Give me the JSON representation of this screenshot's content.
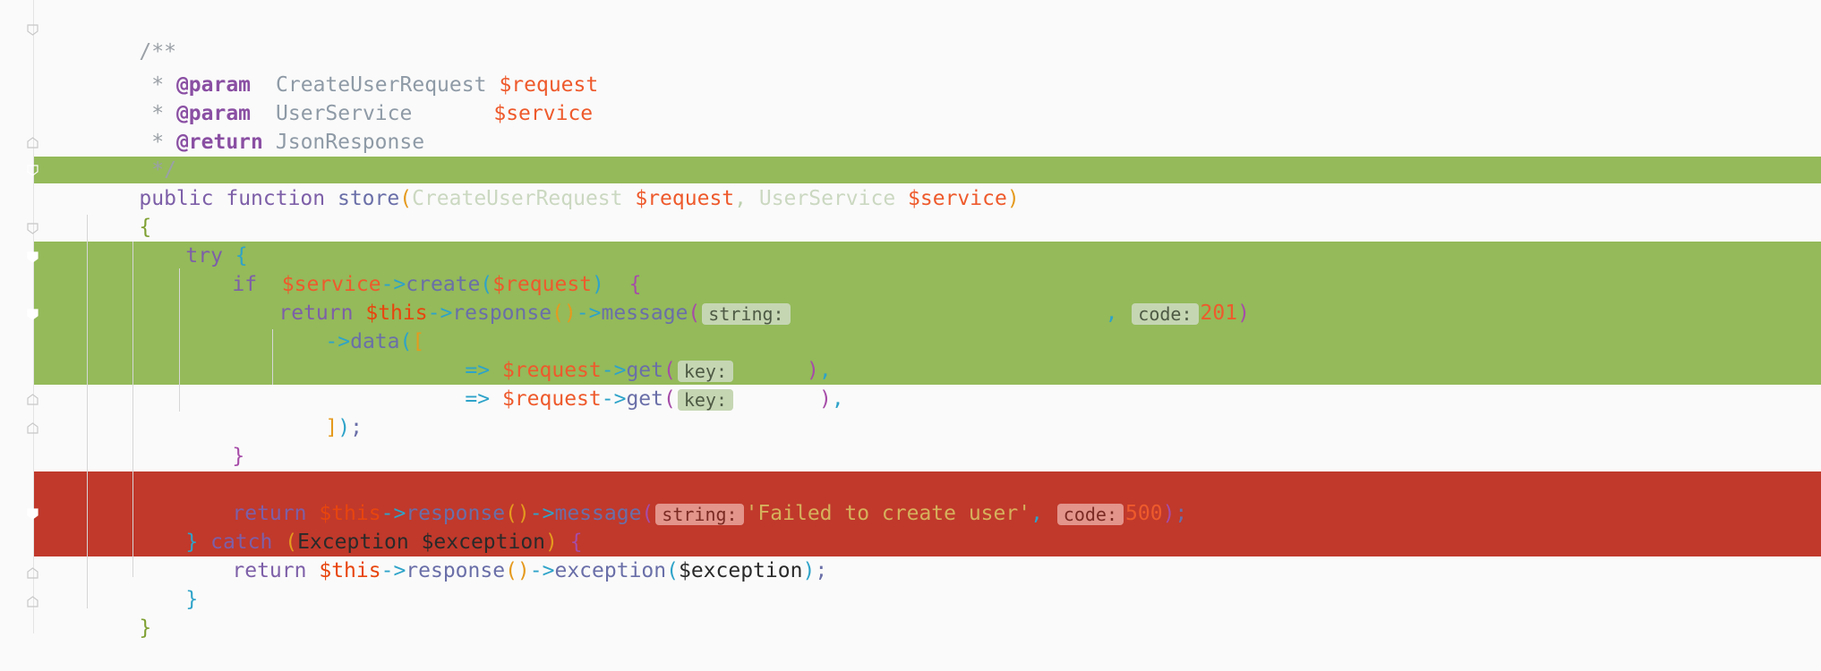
{
  "editor": {
    "language": "php",
    "colors": {
      "success_highlight": "#94ba5a",
      "failure_highlight": "#c0392b",
      "keyword": "#7d5fa8",
      "variable": "#ee5a2c",
      "operator": "#2ea3c9",
      "doc_tag": "#8a4fa3"
    },
    "icons": [
      "fold-marker-icon"
    ],
    "lines": {
      "l1": {
        "comment_open": "/**"
      },
      "l2": {
        "star": " * ",
        "tag": "@param",
        "type": "CreateUserRequest",
        "var": "$request"
      },
      "l3": {
        "star": " * ",
        "tag": "@param",
        "type": "UserService",
        "var": "$service"
      },
      "l4": {
        "star": " * ",
        "tag": "@return",
        "type": "JsonResponse"
      },
      "l5": {
        "comment_close": " */"
      },
      "l6": {
        "kw_public": "public",
        "kw_function": "function",
        "fn": "store",
        "paren_open": "(",
        "type1": "CreateUserRequest",
        "var1": "$request",
        "comma": ",",
        "type2": "UserService",
        "var2": "$service",
        "paren_close": ")"
      },
      "l7": {
        "brace": "{"
      },
      "l8": {
        "kw_try": "try",
        "brace": "{"
      },
      "l9": {
        "kw_if": "if",
        "var": "$service",
        "arrow": "->",
        "fn": "create",
        "paren_open": "(",
        "arg": "$request",
        "paren_close": ")",
        "brace": "{"
      },
      "l10": {
        "kw_return": "return",
        "this": "$this",
        "arrow1": "->",
        "fn1": "response",
        "parens": "()",
        "arrow2": "->",
        "fn2": "message",
        "paren_open": "(",
        "hint_string": "string:",
        "comma": ",",
        "hint_code": "code:",
        "code": "201",
        "paren_close": ")"
      },
      "l11": {
        "arrow": "->",
        "fn": "data",
        "paren_open": "(",
        "bracket_open": "["
      },
      "l12": {
        "fat_arrow": "=>",
        "var": "$request",
        "arrow": "->",
        "fn": "get",
        "paren_open": "(",
        "hint_key": "key:",
        "paren_close": ")",
        "comma": ","
      },
      "l13": {
        "fat_arrow": "=>",
        "var": "$request",
        "arrow": "->",
        "fn": "get",
        "paren_open": "(",
        "hint_key": "key:",
        "paren_close": ")",
        "comma": ","
      },
      "l14": {
        "bracket_close": "]",
        "paren_close": ")",
        "semicolon": ";"
      },
      "l15": {
        "brace": "}"
      },
      "l17": {
        "kw_return": "return",
        "this": "$this",
        "arrow1": "->",
        "fn1": "response",
        "parens": "()",
        "arrow2": "->",
        "fn2": "message",
        "paren_open": "(",
        "hint_string": "string:",
        "string": "'Failed to create user'",
        "comma": ",",
        "hint_code": "code:",
        "code": "500",
        "paren_close": ")",
        "semicolon": ";"
      },
      "l18": {
        "brace_close": "}",
        "kw_catch": "catch",
        "paren_open": "(",
        "type": "Exception",
        "var": "$exception",
        "paren_close": ")",
        "brace_open": "{"
      },
      "l19": {
        "kw_return": "return",
        "this": "$this",
        "arrow1": "->",
        "fn1": "response",
        "parens": "()",
        "arrow2": "->",
        "fn2": "exception",
        "paren_open": "(",
        "var": "$exception",
        "paren_close": ")",
        "semicolon": ";"
      },
      "l20": {
        "brace": "}"
      },
      "l21": {
        "brace": "}"
      }
    }
  }
}
